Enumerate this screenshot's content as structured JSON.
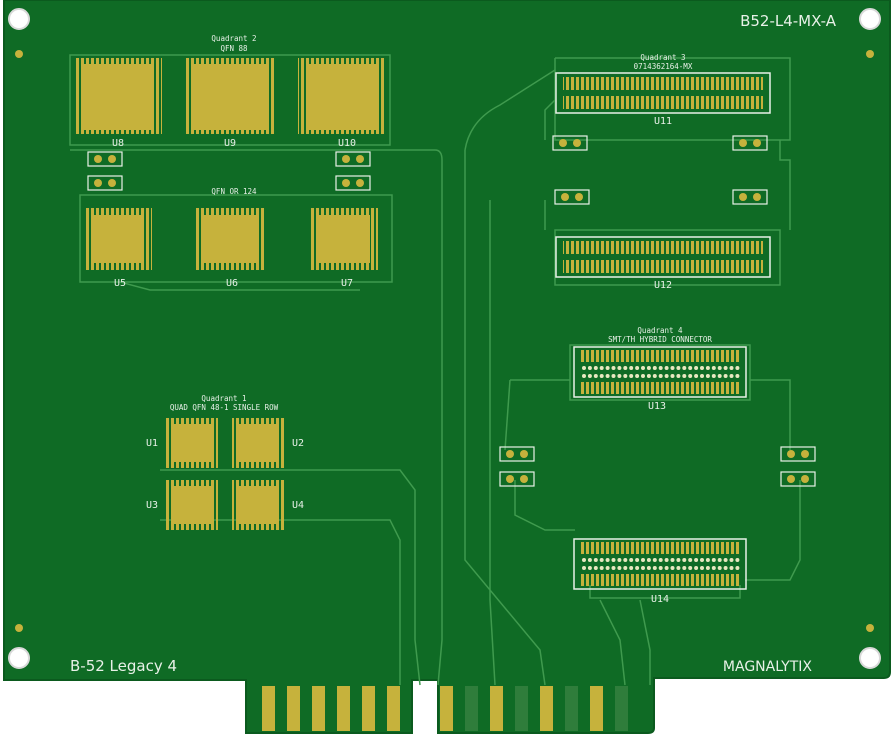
{
  "board": {
    "part_number": "B52-L4-MX-A",
    "name": "B-52 Legacy 4",
    "brand": "MAGNALYTIX"
  },
  "colors": {
    "board_green": "#0f6b25",
    "trace_green": "#3f9a4e",
    "copper_gold": "#c6b23c",
    "silkscreen": "#e8f1e8"
  },
  "quadrant2": {
    "title": "Quadrant 2",
    "subtitle": "QFN 88",
    "group2_label": "QFN OR 124",
    "chips_large": [
      "U8",
      "U9",
      "U10"
    ],
    "chips_small": [
      "U5",
      "U6",
      "U7"
    ]
  },
  "quadrant3": {
    "title": "Quadrant 3",
    "subtitle": "0714362164-MX",
    "connectors": [
      "U11",
      "U12"
    ]
  },
  "quadrant4": {
    "title": "Quadrant 4",
    "subtitle": "SMT/TH HYBRID CONNECTOR",
    "connectors": [
      "U13",
      "U14"
    ]
  },
  "quadrant1": {
    "title": "Quadrant 1",
    "subtitle": "QUAD QFN 48-1 SINGLE ROW",
    "chips": [
      "U1",
      "U2",
      "U3",
      "U4"
    ]
  }
}
